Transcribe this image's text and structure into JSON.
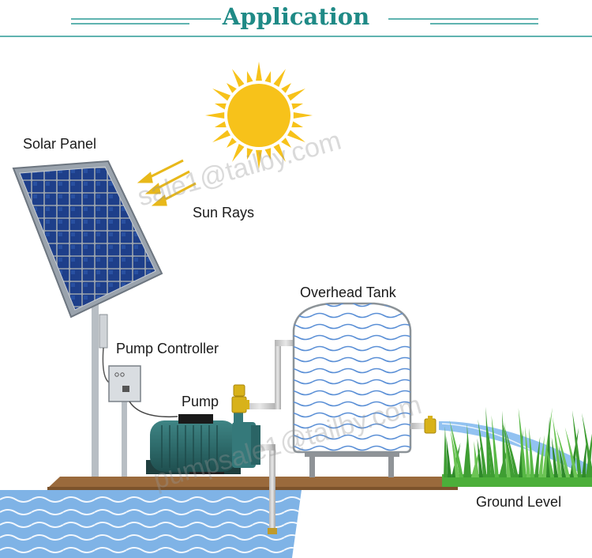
{
  "header": {
    "title": "Application"
  },
  "labels": {
    "solar_panel": "Solar Panel",
    "sun_rays": "Sun Rays",
    "overhead_tank": "Overhead Tank",
    "pump_controller": "Pump Controller",
    "pump": "Pump",
    "ground_level": "Ground Level"
  },
  "watermark": {
    "text_1": "sale1@tailby.com",
    "text_2": "pumpsale1@tailby.com"
  },
  "colors": {
    "title_teal": "#1f8a86",
    "rule_teal": "#2a9a96",
    "sun": "#f7c21a",
    "panel_cell": "#1e3f8a",
    "panel_frame": "#9aa3ad",
    "ground": "#9a6a3c",
    "water": "#7fb3e6",
    "pump_body": "#2e6b6b",
    "fitting_brass": "#d8b21a",
    "grass": "#4caf3a"
  }
}
